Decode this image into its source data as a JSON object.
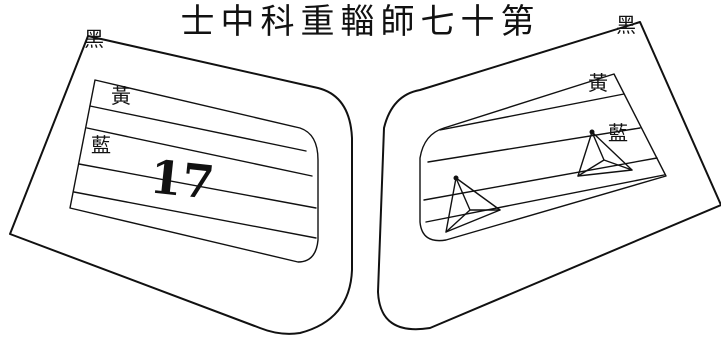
{
  "title": "士中科重輜師七十第",
  "left_tab": {
    "outer_label": "黑",
    "stripe_labels": [
      "黃",
      "藍"
    ],
    "number": "17"
  },
  "right_tab": {
    "outer_label": "黑",
    "stripe_labels": [
      "黃",
      "藍"
    ],
    "emblem": "three-pointed star pips",
    "emblem_count": 2
  },
  "colors": {
    "ink": "#111111",
    "paper": "#ffffff"
  }
}
